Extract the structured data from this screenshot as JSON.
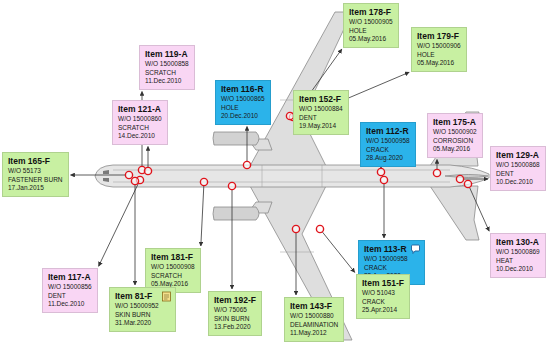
{
  "diagram": {
    "nodes": [
      {
        "text": [
          "Item 178-F",
          "W/O 15000905",
          "HOLE",
          "05.May.2016"
        ]
      },
      {
        "text": [
          "Item 179-F",
          "W/O 15000906",
          "HOLE",
          "05.May.2016"
        ]
      },
      {
        "text": [
          "Item 119-A",
          "W/O 15000858",
          "SCRATCH",
          "11.Dec.2010"
        ]
      },
      {
        "text": [
          "Item 116-R",
          "W/O 15000865",
          "HOLE",
          "20.Dec.2010"
        ]
      },
      {
        "text": [
          "Item 152-F",
          "W/O 15000884",
          "DENT",
          "19.May.2014"
        ]
      },
      {
        "text": [
          "Item 121-A",
          "W/O 15000860",
          "SCRATCH",
          "14.Dec.2010"
        ]
      },
      {
        "text": [
          "Item 175-A",
          "W/O 15000902",
          "CORROSION",
          "05.May.2016"
        ]
      },
      {
        "text": [
          "Item 112-R",
          "W/O 15000958",
          "CRACK",
          "28.Aug.2020"
        ]
      },
      {
        "text": [
          "Item 129-A",
          "W/O 15000868",
          "DENT",
          "10.Dec.2010"
        ]
      },
      {
        "text": [
          "Item 165-F",
          "W/O 55173",
          "FASTENER BURN",
          "17.Jan.2015"
        ]
      },
      {
        "text": [
          "Item 130-A",
          "W/O 15000869",
          "HEAT",
          "10.Dec.2010"
        ]
      },
      {
        "text": [
          "Item 113-R",
          "W/O 15000958",
          "CRACK",
          "28.Aug.2020"
        ]
      },
      {
        "text": [
          "Item 181-F",
          "W/O 15000908",
          "SCRATCH",
          "05.May.2016"
        ]
      },
      {
        "text": [
          "Item 117-A",
          "W/O 15000856",
          "DENT",
          "11.Dec.2010"
        ]
      },
      {
        "text": [
          "Item 151-F",
          "W/O 51043",
          "CRACK",
          "25.Apr.2014"
        ]
      },
      {
        "text": [
          "Item 81-F",
          "W/O 15000952",
          "SKIN BURN",
          "31.Mar.2020"
        ]
      },
      {
        "text": [
          "Item 192-F",
          "W/O 75065",
          "SKIN BURN",
          "13.Feb.2020"
        ]
      },
      {
        "text": [
          "Item 143-F",
          "W/O 15000880",
          "DELAMINATION",
          "11.May.2012"
        ]
      }
    ]
  }
}
